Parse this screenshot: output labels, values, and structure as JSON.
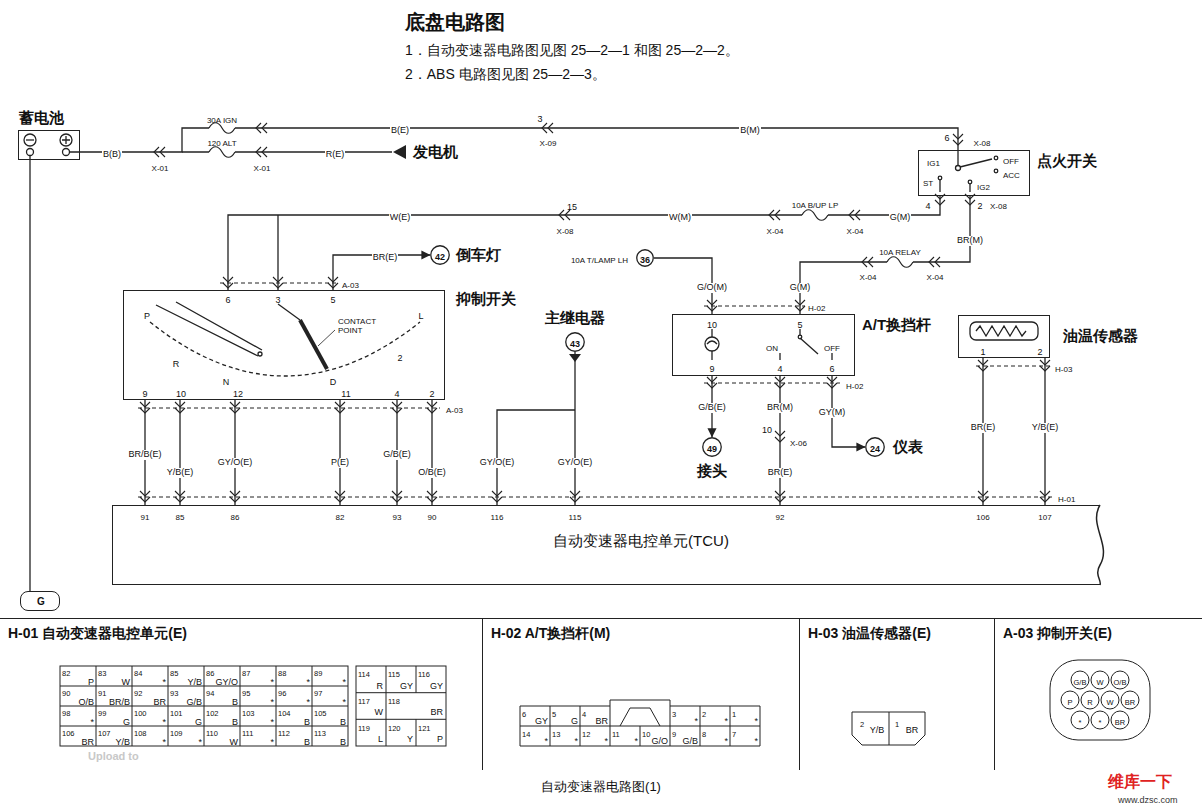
{
  "diagram": {
    "title": "底盘电路图",
    "caption": "自动变速器电路图(1)",
    "nodes": [
      {
        "text": [
          "蓄电池"
        ]
      },
      {
        "text": [
          "点火开关",
          "IG1",
          "ST",
          "OFF",
          "ACC",
          "IG2"
        ]
      },
      {
        "text": [
          "42",
          "倒车灯"
        ]
      },
      {
        "text": [
          "36"
        ]
      },
      {
        "text": [
          "抑制开关"
        ]
      },
      {
        "text": [
          "43",
          "主继电器"
        ]
      },
      {
        "text": [
          "A/T换挡杆"
        ]
      },
      {
        "text": [
          "油温传感器"
        ]
      },
      {
        "text": [
          "49",
          "接头"
        ]
      },
      {
        "text": [
          "24",
          "仪表"
        ]
      },
      {
        "text": [
          "自动变速器电控单元(TCU)"
        ]
      },
      {
        "text": [
          "G"
        ]
      },
      {
        "text": [
          "H-01 自动变速器电控单元(E)"
        ]
      },
      {
        "text": [
          "H-02 A/T换挡杆(M)"
        ]
      },
      {
        "text": [
          "H-03 油温传感器(E)"
        ]
      },
      {
        "text": [
          "A-03 抑制开关(E)"
        ]
      }
    ],
    "edges": [
      {
        "from": 0,
        "to": 1,
        "arrow": "none"
      },
      {
        "from": 0,
        "to": 11,
        "arrow": "none"
      },
      {
        "from": 1,
        "to": 4,
        "arrow": "none"
      },
      {
        "from": 1,
        "to": 6,
        "arrow": "none"
      },
      {
        "from": 4,
        "to": 2,
        "arrow": "to"
      },
      {
        "from": 3,
        "to": 6,
        "arrow": "none"
      },
      {
        "from": 4,
        "to": 10,
        "arrow": "none"
      },
      {
        "from": 4,
        "to": 10,
        "arrow": "none"
      },
      {
        "from": 4,
        "to": 10,
        "arrow": "none"
      },
      {
        "from": 4,
        "to": 10,
        "arrow": "none"
      },
      {
        "from": 4,
        "to": 10,
        "arrow": "none"
      },
      {
        "from": 4,
        "to": 10,
        "arrow": "none"
      },
      {
        "from": 5,
        "to": 10,
        "arrow": "none"
      },
      {
        "from": 6,
        "to": 8,
        "arrow": "to"
      },
      {
        "from": 6,
        "to": 10,
        "arrow": "none"
      },
      {
        "from": 6,
        "to": 9,
        "arrow": "to"
      },
      {
        "from": 7,
        "to": 10,
        "arrow": "none"
      },
      {
        "from": 7,
        "to": 10,
        "arrow": "none"
      }
    ],
    "labels": [
      "1．自动变速器电路图见图 25—2—1 和图 25—2—2。",
      "2．ABS 电路图见图 25—2—3。",
      "30A IGN",
      "120 ALT",
      "B(B)",
      "X-01",
      "X-01",
      "R(E)",
      "发电机",
      "B(E)",
      "3",
      "X-09",
      "B(M)",
      "6",
      "X-08",
      "4",
      "2",
      "X-08",
      "W(E)",
      "15",
      "X-08",
      "W(M)",
      "X-04",
      "10A B/UP LP",
      "X-04",
      "G(M)",
      "BR(M)",
      "10A RELAY",
      "X-04",
      "X-04",
      "10A T/LAMP LH",
      "G/O(M)",
      "G(M)",
      "H-02",
      "BR(E)",
      "A-03",
      "6",
      "3",
      "5",
      "P",
      "R",
      "N",
      "D",
      "2",
      "L",
      "CONTACT POINT",
      "9",
      "10",
      "12",
      "11",
      "4",
      "2",
      "A-03",
      "BR/B(E)",
      "Y/B(E)",
      "GY/O(E)",
      "P(E)",
      "G/B(E)",
      "O/B(E)",
      "GY/O(E)",
      "GY/O(E)",
      "10",
      "5",
      "ON",
      "OFF",
      "9",
      "4",
      "6",
      "H-02",
      "G/B(E)",
      "BR(M)",
      "GY(M)",
      "10",
      "X-06",
      "BR(E)",
      "1",
      "2",
      "H-03",
      "BR(E)",
      "Y/B(E)",
      "91",
      "85",
      "86",
      "82",
      "93",
      "90",
      "116",
      "115",
      "92",
      "106",
      "107",
      "H-01",
      "82",
      "P",
      "83",
      "W",
      "84",
      "*",
      "85",
      "Y/B",
      "86",
      "GY/O",
      "87",
      "*",
      "88",
      "*",
      "89",
      "*",
      "90",
      "O/B",
      "91",
      "BR/B",
      "92",
      "BR",
      "93",
      "G/B",
      "94",
      "B",
      "95",
      "*",
      "96",
      "*",
      "97",
      "*",
      "98",
      "*",
      "99",
      "G",
      "100",
      "*",
      "101",
      "G",
      "102",
      "B",
      "103",
      "*",
      "104",
      "B",
      "105",
      "B",
      "106",
      "BR",
      "107",
      "Y/B",
      "108",
      "*",
      "109",
      "*",
      "110",
      "W",
      "111",
      "*",
      "112",
      "B",
      "113",
      "B",
      "114",
      "R",
      "115",
      "GY",
      "116",
      "GY",
      "117",
      "W",
      "118",
      "BR",
      "119",
      "L",
      "120",
      "Y",
      "121",
      "P",
      "6",
      "GY",
      "5",
      "G",
      "4",
      "BR",
      "3",
      "*",
      "2",
      "*",
      "1",
      "*",
      "14",
      "*",
      "13",
      "*",
      "12",
      "*",
      "11",
      "*",
      "10",
      "G/O",
      "9",
      "G/B",
      "8",
      "*",
      "7",
      "*",
      "2",
      "Y/B",
      "1",
      "BR",
      "G/B",
      "W",
      "O/B",
      "P",
      "R",
      "W",
      "BR",
      "*",
      "*",
      "BR",
      "Upload to",
      "维库一下",
      "www.dzsc.com"
    ]
  }
}
